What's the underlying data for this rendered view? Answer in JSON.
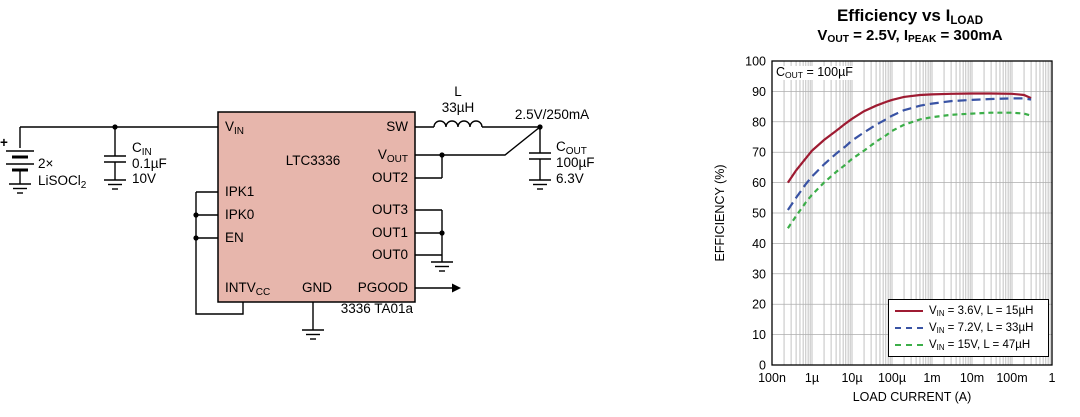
{
  "schematic": {
    "battery": {
      "plus": "+",
      "qty": "2×",
      "type_main": "LiSOCl",
      "type_sub": "2"
    },
    "cin": {
      "name_main": "C",
      "name_sub": "IN",
      "value": "0.1µF",
      "rating": "10V"
    },
    "ic": {
      "part": "LTC3336",
      "pin_vin_main": "V",
      "pin_vin_sub": "IN",
      "pin_ipk1": "IPK1",
      "pin_ipk0": "IPK0",
      "pin_en": "EN",
      "pin_intvcc_main": "INTV",
      "pin_intvcc_sub": "CC",
      "pin_gnd": "GND",
      "pin_sw": "SW",
      "pin_vout_main": "V",
      "pin_vout_sub": "OUT",
      "pin_out2": "OUT2",
      "pin_out3": "OUT3",
      "pin_out1": "OUT1",
      "pin_out0": "OUT0",
      "pin_pgood": "PGOOD"
    },
    "inductor": {
      "name": "L",
      "value": "33µH"
    },
    "output_label": "2.5V/250mA",
    "cout": {
      "name_main": "C",
      "name_sub": "OUT",
      "value": "100µF",
      "rating": "6.3V"
    },
    "caption": "3336 TA01a"
  },
  "chart_data": {
    "type": "line",
    "x_scale": "log",
    "grid": true,
    "legend_position": "bottom-right",
    "title": {
      "pre": "Efficiency vs I",
      "sub": "LOAD"
    },
    "subtitle": {
      "p1": "V",
      "s1": "OUT",
      "p2": " = 2.5V, I",
      "s2": "PEAK",
      "p3": " = 300mA"
    },
    "annotation": {
      "pre": "C",
      "sub": "OUT",
      "rest": " = 100µF"
    },
    "xlabel": "LOAD CURRENT (A)",
    "ylabel": "EFFICIENCY (%)",
    "ylim": [
      0,
      100
    ],
    "y_step": 10,
    "x_ticks": [
      {
        "label": "100n",
        "value": 1e-07
      },
      {
        "label": "1µ",
        "value": 1e-06
      },
      {
        "label": "10µ",
        "value": 1e-05
      },
      {
        "label": "100µ",
        "value": 0.0001
      },
      {
        "label": "1m",
        "value": 0.001
      },
      {
        "label": "10m",
        "value": 0.01
      },
      {
        "label": "100m",
        "value": 0.1
      },
      {
        "label": "1",
        "value": 1
      }
    ],
    "series": [
      {
        "name": "VIN = 3.6V, L = 15µH",
        "label_pre": "V",
        "label_sub": "IN",
        "label_rest": " = 3.6V, L = 15µH",
        "color": "#9e1b32",
        "dash": "solid",
        "points": [
          [
            2.5e-07,
            60
          ],
          [
            4e-07,
            64
          ],
          [
            7e-07,
            68
          ],
          [
            1e-06,
            70.5
          ],
          [
            2e-06,
            74
          ],
          [
            4e-06,
            77
          ],
          [
            7e-06,
            79.5
          ],
          [
            1e-05,
            81
          ],
          [
            2e-05,
            83.5
          ],
          [
            4e-05,
            85.3
          ],
          [
            7e-05,
            86.5
          ],
          [
            0.0001,
            87.2
          ],
          [
            0.0002,
            88.2
          ],
          [
            0.0005,
            88.8
          ],
          [
            0.001,
            89
          ],
          [
            0.003,
            89.2
          ],
          [
            0.01,
            89.3
          ],
          [
            0.03,
            89.3
          ],
          [
            0.1,
            89.2
          ],
          [
            0.2,
            88.8
          ],
          [
            0.3,
            87.8
          ]
        ]
      },
      {
        "name": "VIN = 7.2V, L = 33µH",
        "label_pre": "V",
        "label_sub": "IN",
        "label_rest": " = 7.2V, L = 33µH",
        "color": "#3953a4",
        "dash": "long",
        "points": [
          [
            2.5e-07,
            51
          ],
          [
            4e-07,
            55
          ],
          [
            7e-07,
            59.5
          ],
          [
            1e-06,
            62
          ],
          [
            2e-06,
            66
          ],
          [
            4e-06,
            69.5
          ],
          [
            7e-06,
            72
          ],
          [
            1e-05,
            73.8
          ],
          [
            2e-05,
            76.5
          ],
          [
            4e-05,
            79
          ],
          [
            7e-05,
            80.8
          ],
          [
            0.0001,
            82
          ],
          [
            0.0002,
            83.8
          ],
          [
            0.0005,
            85.3
          ],
          [
            0.001,
            86
          ],
          [
            0.003,
            86.8
          ],
          [
            0.01,
            87.2
          ],
          [
            0.03,
            87.5
          ],
          [
            0.1,
            87.7
          ],
          [
            0.2,
            87.7
          ],
          [
            0.3,
            87.3
          ]
        ]
      },
      {
        "name": "VIN = 15V, L = 47µH",
        "label_pre": "V",
        "label_sub": "IN",
        "label_rest": " = 15V, L = 47µH",
        "color": "#3cae49",
        "dash": "short",
        "points": [
          [
            2.5e-07,
            45
          ],
          [
            4e-07,
            49
          ],
          [
            7e-07,
            53.5
          ],
          [
            1e-06,
            56
          ],
          [
            2e-06,
            60
          ],
          [
            4e-06,
            63.5
          ],
          [
            7e-06,
            66
          ],
          [
            1e-05,
            67.8
          ],
          [
            2e-05,
            70.5
          ],
          [
            4e-05,
            73.5
          ],
          [
            7e-05,
            75.5
          ],
          [
            0.0001,
            77
          ],
          [
            0.0002,
            79
          ],
          [
            0.0005,
            80.8
          ],
          [
            0.001,
            81.5
          ],
          [
            0.003,
            82.3
          ],
          [
            0.01,
            82.7
          ],
          [
            0.03,
            83
          ],
          [
            0.1,
            83
          ],
          [
            0.2,
            82.7
          ],
          [
            0.3,
            82
          ]
        ]
      }
    ]
  }
}
